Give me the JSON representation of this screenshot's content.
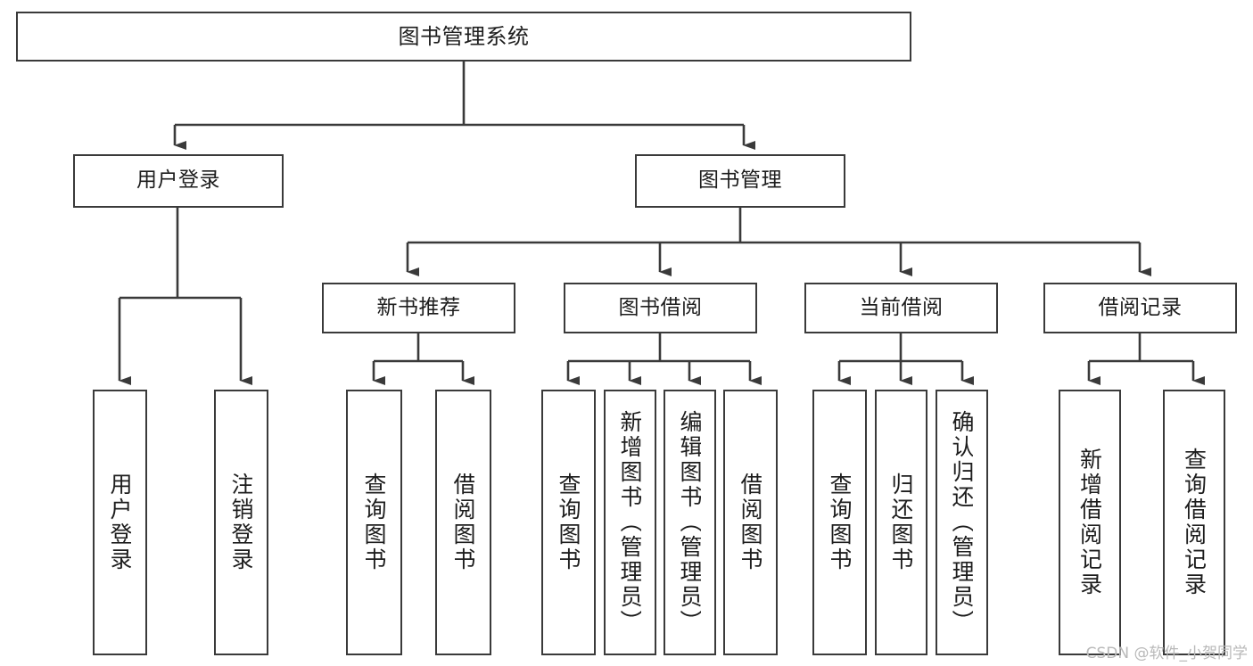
{
  "diagram": {
    "title": "图书管理系统",
    "type": "tree-hierarchy-chart",
    "watermark": "CSDN @软件_小贺同学",
    "colors": {
      "stroke": "#3a3a3a",
      "fill": "#ffffff",
      "text": "#1d1d1d",
      "watermark": "#b9b9b9"
    },
    "nodes": {
      "root": {
        "label": "图书管理系统"
      },
      "level2": [
        {
          "id": "user-login",
          "label": "用户登录"
        },
        {
          "id": "book-manage",
          "label": "图书管理"
        }
      ],
      "level3": [
        {
          "id": "new-book-rec",
          "label": "新书推荐"
        },
        {
          "id": "book-borrow",
          "label": "图书借阅"
        },
        {
          "id": "current-borrow",
          "label": "当前借阅"
        },
        {
          "id": "borrow-record",
          "label": "借阅记录"
        }
      ],
      "leaves": [
        {
          "id": "leaf-user-login",
          "label": "用户登录"
        },
        {
          "id": "leaf-logout-login",
          "label": "注销登录"
        },
        {
          "id": "leaf-query-book-1",
          "label": "查询图书"
        },
        {
          "id": "leaf-borrow-book-1",
          "label": "借阅图书"
        },
        {
          "id": "leaf-query-book-2",
          "label": "查询图书"
        },
        {
          "id": "leaf-add-book",
          "label": "新增图书（管理员）"
        },
        {
          "id": "leaf-edit-book",
          "label": "编辑图书（管理员）"
        },
        {
          "id": "leaf-borrow-book-2",
          "label": "借阅图书"
        },
        {
          "id": "leaf-query-book-3",
          "label": "查询图书"
        },
        {
          "id": "leaf-return-book",
          "label": "归还图书"
        },
        {
          "id": "leaf-confirm-return",
          "label": "确认归还（管理员）"
        },
        {
          "id": "leaf-add-record",
          "label": "新增借阅记录"
        },
        {
          "id": "leaf-query-record",
          "label": "查询借阅记录"
        }
      ]
    }
  }
}
